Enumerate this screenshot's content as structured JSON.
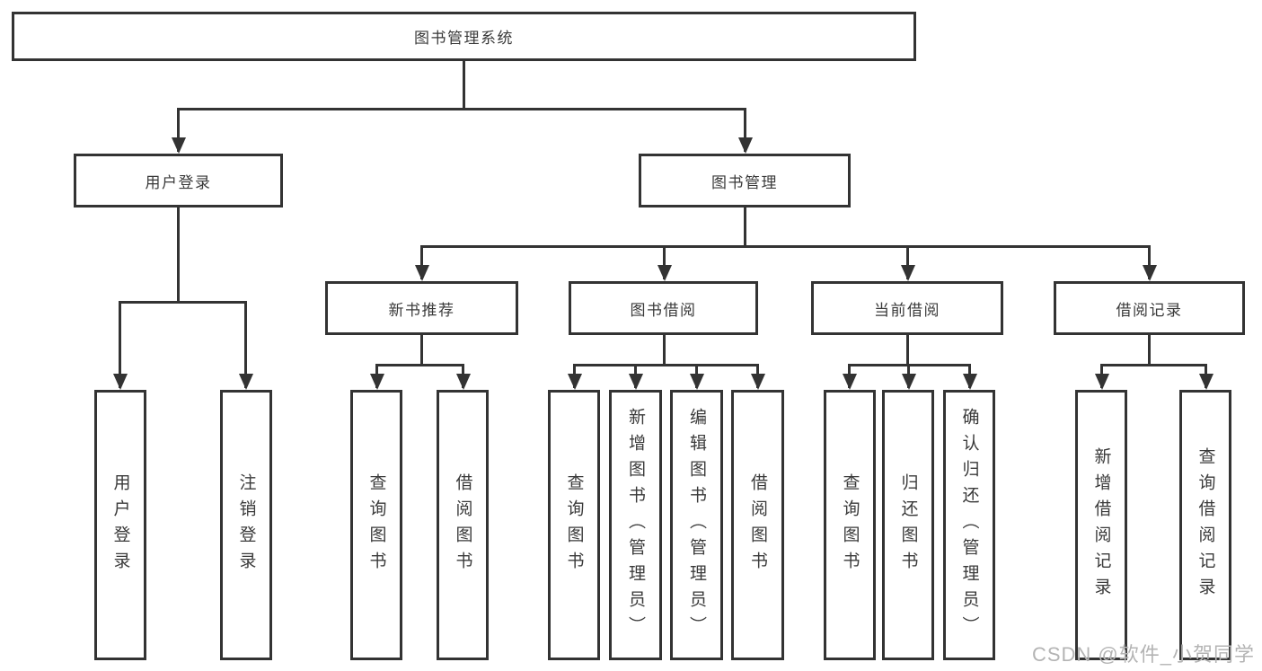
{
  "colors": {
    "line": "#333333",
    "text": "#3a3a3a",
    "background": "#ffffff",
    "watermark": "#b4b4b4"
  },
  "diagram": {
    "type": "hierarchy-tree",
    "tree": {
      "label": "图书管理系统",
      "children": [
        {
          "label": "用户登录",
          "children": [
            {
              "label": "用户登录"
            },
            {
              "label": "注销登录"
            }
          ]
        },
        {
          "label": "图书管理",
          "children": [
            {
              "label": "新书推荐",
              "children": [
                {
                  "label": "查询图书"
                },
                {
                  "label": "借阅图书"
                }
              ]
            },
            {
              "label": "图书借阅",
              "children": [
                {
                  "label": "查询图书"
                },
                {
                  "label": "新增图书（管理员）"
                },
                {
                  "label": "编辑图书（管理员）"
                },
                {
                  "label": "借阅图书"
                }
              ]
            },
            {
              "label": "当前借阅",
              "children": [
                {
                  "label": "查询图书"
                },
                {
                  "label": "归还图书"
                },
                {
                  "label": "确认归还（管理员）"
                }
              ]
            },
            {
              "label": "借阅记录",
              "children": [
                {
                  "label": "新增借阅记录"
                },
                {
                  "label": "查询借阅记录"
                }
              ]
            }
          ]
        }
      ]
    }
  },
  "watermark": {
    "text": "CSDN @软件_小贺同学"
  }
}
